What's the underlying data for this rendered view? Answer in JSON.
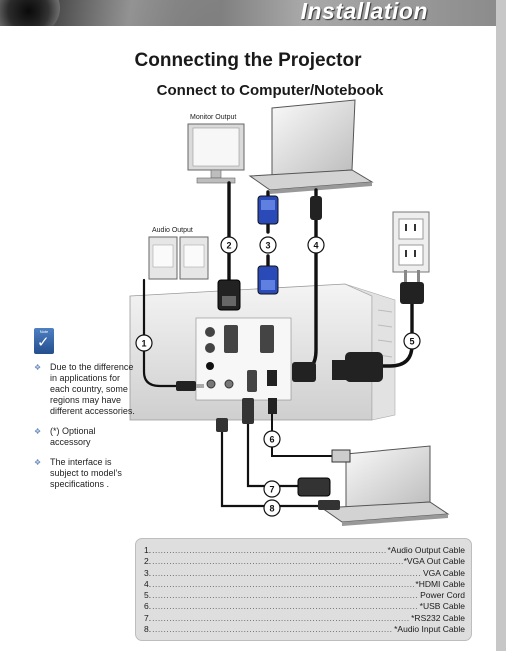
{
  "header": {
    "title": "Installation"
  },
  "page": {
    "heading": "Connecting the Projector",
    "subheading": "Connect to Computer/Notebook"
  },
  "diagram": {
    "labels": {
      "monitor_output": "Monitor Output",
      "audio_output": "Audio Output"
    },
    "callouts": [
      "1",
      "2",
      "3",
      "4",
      "5",
      "6",
      "7",
      "8"
    ]
  },
  "note": {
    "badge": "Note",
    "items": [
      "Due to the difference in applications for each country, some regions may have different accessories.",
      "(*) Optional accessory",
      "The interface is subject to model’s specifications ."
    ]
  },
  "legend": [
    {
      "number": "1.",
      "name": "*Audio Output Cable"
    },
    {
      "number": "2.",
      "name": "*VGA Out Cable"
    },
    {
      "number": "3.",
      "name": "VGA Cable"
    },
    {
      "number": "4.",
      "name": "*HDMI Cable"
    },
    {
      "number": "5.",
      "name": "Power Cord"
    },
    {
      "number": "6.",
      "name": "*USB Cable"
    },
    {
      "number": "7.",
      "name": "*RS232 Cable"
    },
    {
      "number": "8.",
      "name": "*Audio Input Cable"
    }
  ],
  "colors": {
    "connector_blue": "#2a4ab8",
    "note_blue": "#2e5a9e",
    "legend_bg": "#dedede",
    "header_dark": "#2a2a2a"
  }
}
